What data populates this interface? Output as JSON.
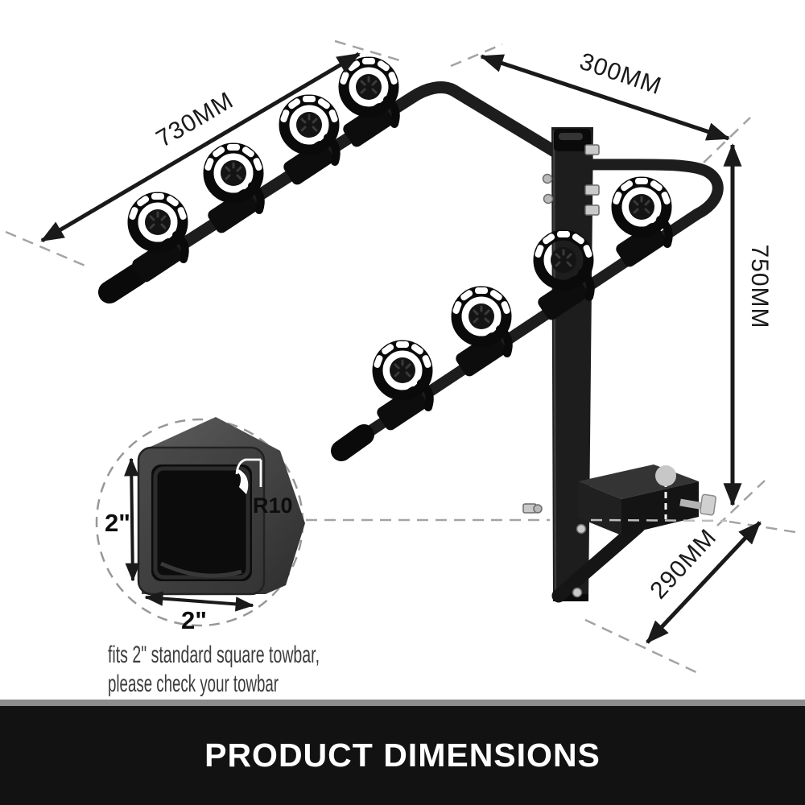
{
  "figure": {
    "dims": {
      "top_rail": "730MM",
      "upper_offset": "300MM",
      "height": "750MM",
      "hitch_depth": "290MM"
    },
    "inset": {
      "tube_height": "2\"",
      "tube_width": "2\"",
      "corner_radius": "R10"
    },
    "note": {
      "line1": "fits 2\" standard square towbar,",
      "line2": "please check your towbar"
    },
    "banner": {
      "title": "PRODUCT DIMENSIONS"
    },
    "colors": {
      "rack_black": "#161616",
      "dash_gray": "#a3a3a3",
      "dim_black": "#1a1a1a",
      "pin_silver": "#c9c9c9",
      "banner_bg": "#121212",
      "banner_divider": "#8c8c8c",
      "banner_text": "#ffffff",
      "note_text": "#3c3c3c"
    }
  }
}
